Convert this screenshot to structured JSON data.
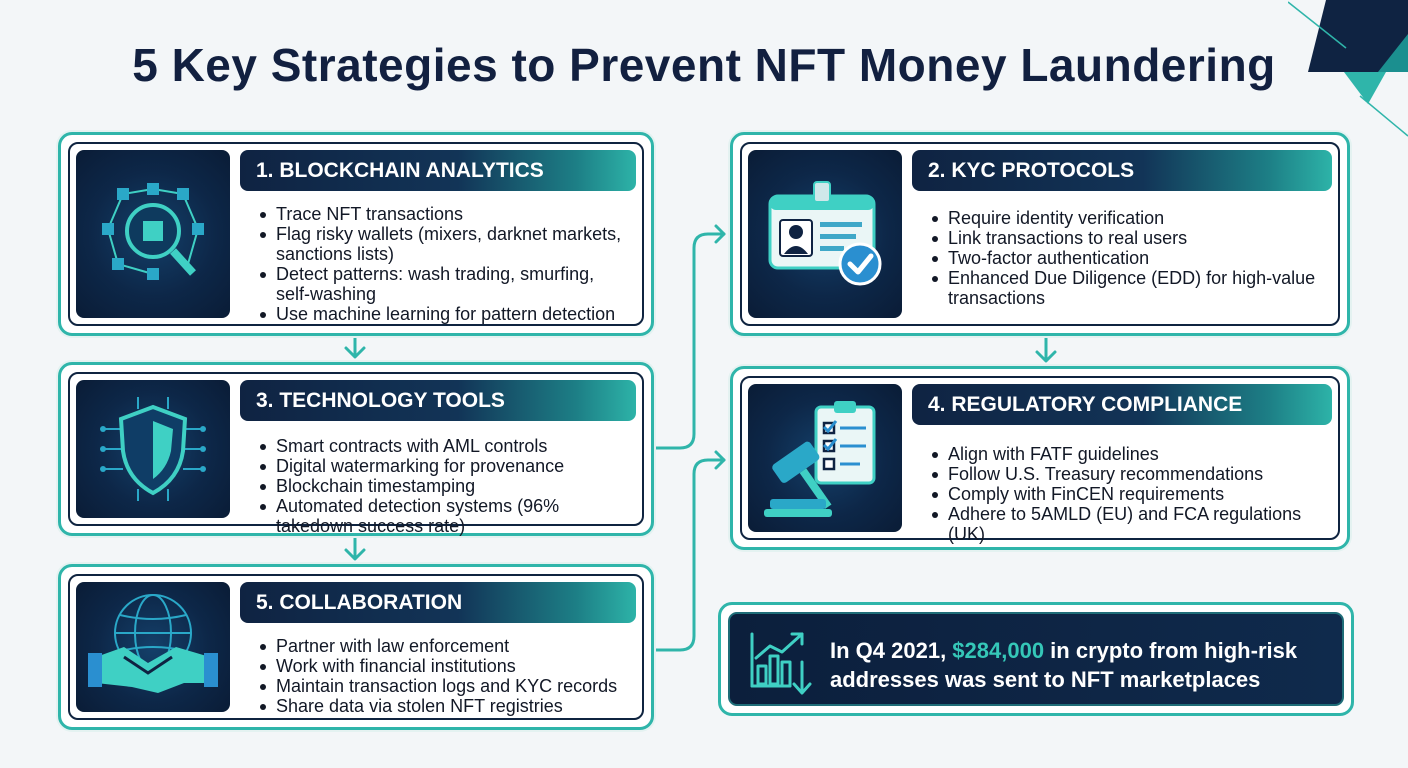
{
  "title": "5 Key Strategies to Prevent NFT Money Laundering",
  "colors": {
    "accent": "#2fb5aa",
    "navy": "#0f2342",
    "highlight": "#35c7b8"
  },
  "cards": [
    {
      "heading": "1. BLOCKCHAIN ANALYTICS",
      "icon": "blockchain-magnifier-icon",
      "bullets": [
        "Trace NFT transactions",
        "Flag risky wallets (mixers, darknet markets, sanctions lists)",
        "Detect patterns: wash trading, smurfing, self-washing",
        "Use machine learning for pattern detection"
      ]
    },
    {
      "heading": "2. KYC PROTOCOLS",
      "icon": "id-card-check-icon",
      "bullets": [
        "Require identity verification",
        "Link transactions to real users",
        "Two-factor authentication",
        "Enhanced Due Diligence (EDD) for high-value transactions"
      ]
    },
    {
      "heading": "3. TECHNOLOGY TOOLS",
      "icon": "shield-circuit-icon",
      "bullets": [
        "Smart contracts with AML controls",
        "Digital watermarking for provenance",
        "Blockchain timestamping",
        "Automated detection systems (96% takedown success rate)"
      ]
    },
    {
      "heading": "4. REGULATORY COMPLIANCE",
      "icon": "gavel-checklist-icon",
      "bullets": [
        "Align with FATF guidelines",
        "Follow U.S. Treasury recommendations",
        "Comply with FinCEN requirements",
        "Adhere to 5AMLD (EU) and FCA regulations (UK)"
      ]
    },
    {
      "heading": "5. COLLABORATION",
      "icon": "handshake-globe-icon",
      "bullets": [
        "Partner with law enforcement",
        "Work with financial institutions",
        "Maintain transaction logs and KYC records",
        "Share data via stolen NFT registries"
      ]
    }
  ],
  "stat": {
    "icon": "chart-down-icon",
    "prefix": "In Q4 2021, ",
    "amount": "$284,000",
    "suffix": " in crypto from high-risk addresses was sent to NFT marketplaces"
  }
}
